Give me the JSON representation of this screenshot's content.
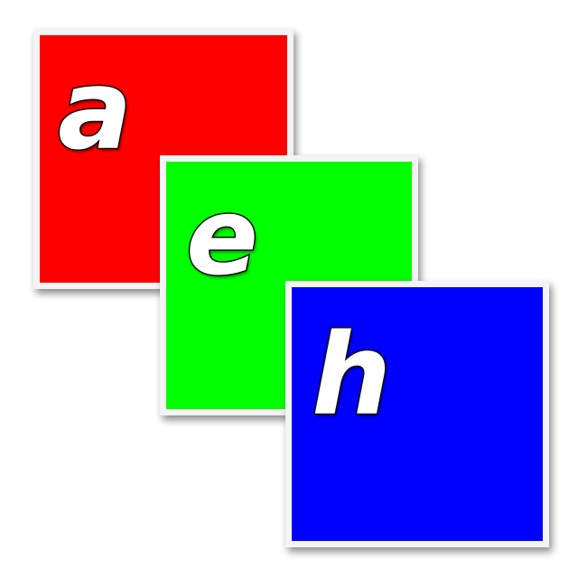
{
  "tiles": [
    {
      "letter": "a",
      "color": "#ff0000"
    },
    {
      "letter": "e",
      "color": "#00ff00"
    },
    {
      "letter": "h",
      "color": "#0000ff"
    }
  ],
  "frame_color": "#f4f4f4",
  "letter_fill": "#ffffff",
  "letter_outline": "#111111"
}
